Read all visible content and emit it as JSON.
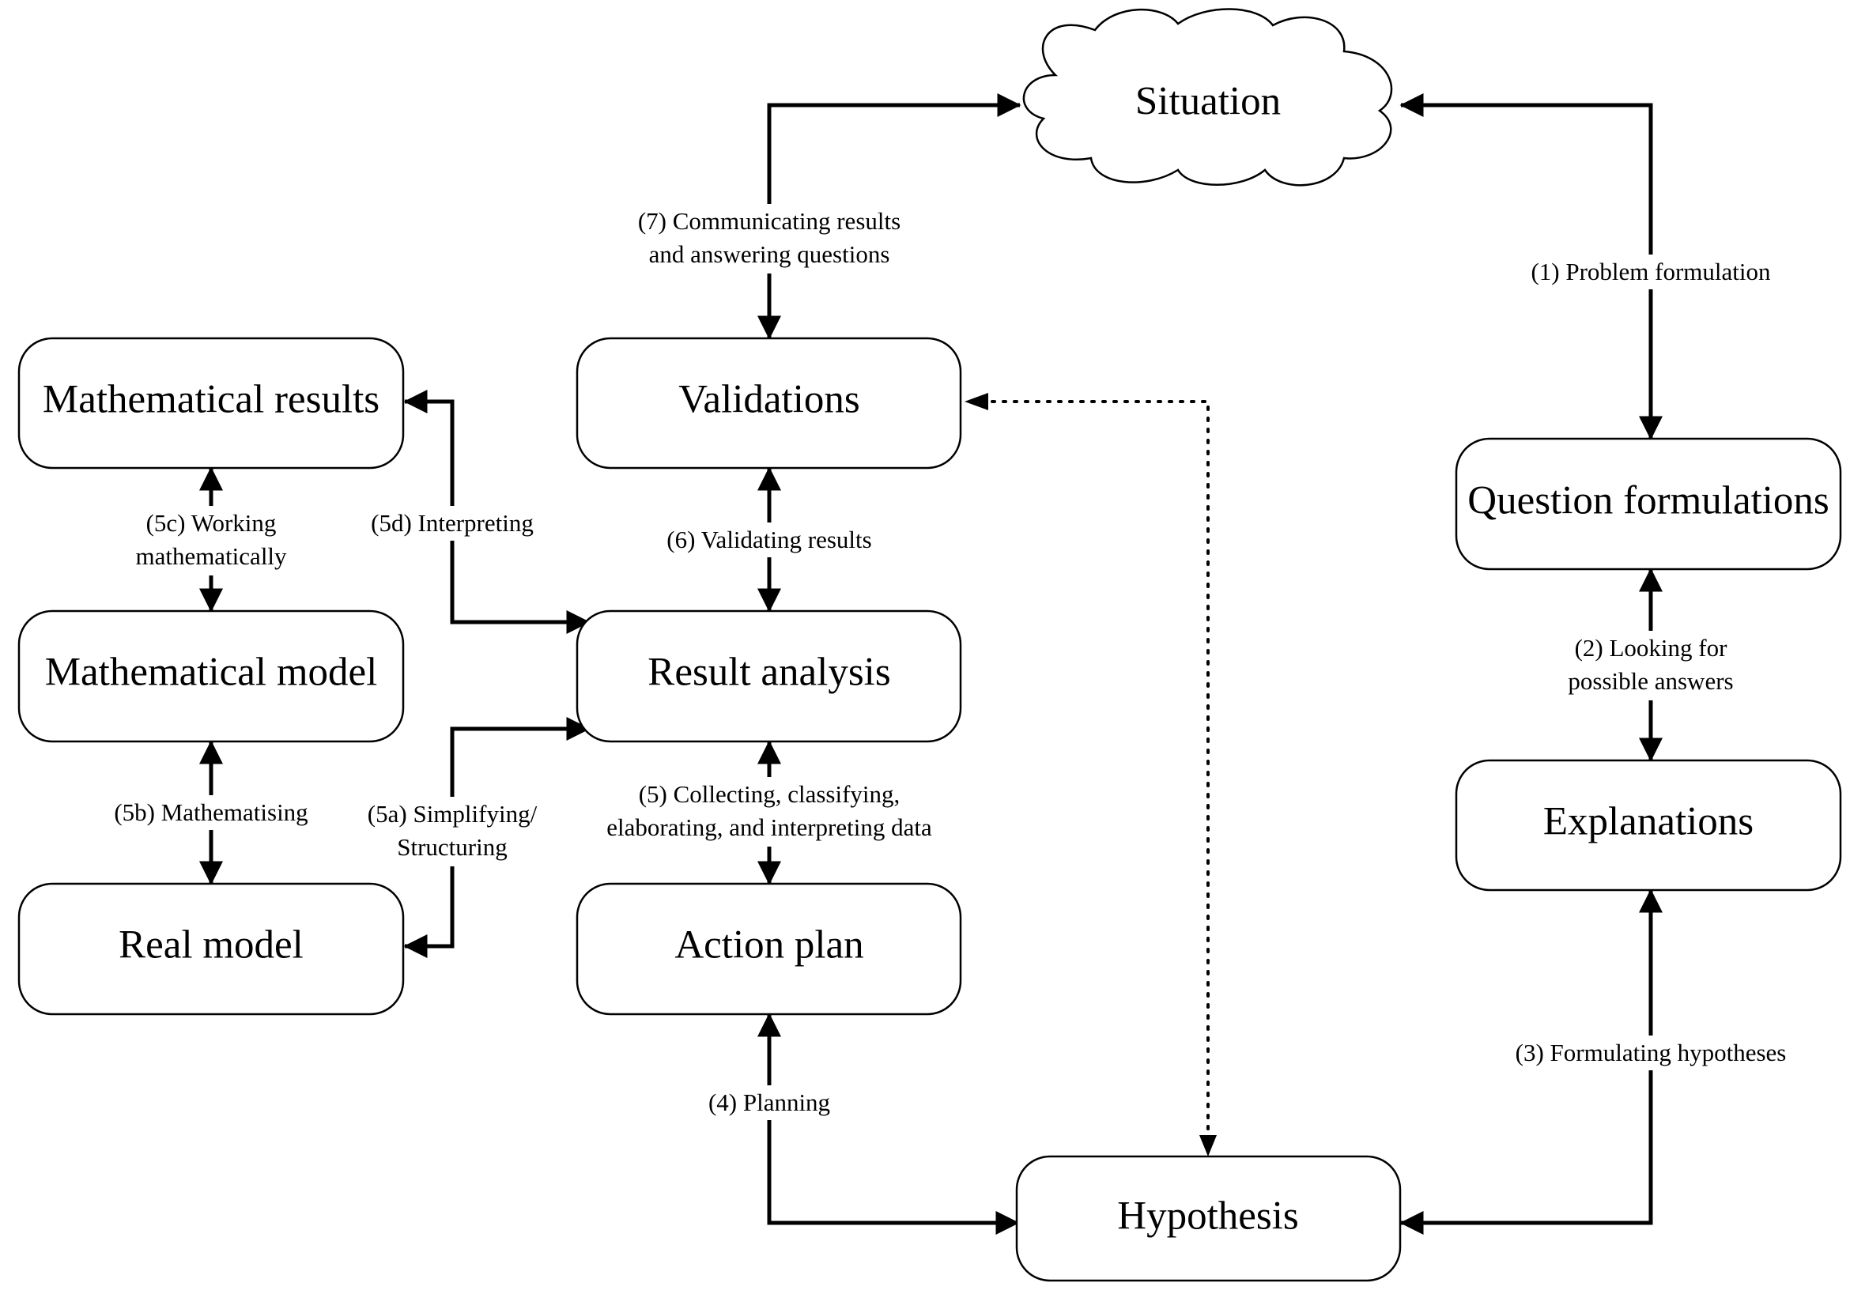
{
  "nodes": {
    "situation": "Situation",
    "question_formulations": "Question formulations",
    "explanations": "Explanations",
    "hypothesis": "Hypothesis",
    "action_plan": "Action plan",
    "result_analysis": "Result analysis",
    "validations": "Validations",
    "mathematical_results": "Mathematical results",
    "mathematical_model": "Mathematical model",
    "real_model": "Real model"
  },
  "edges": {
    "e1": [
      "(1) Problem formulation"
    ],
    "e2": [
      "(2) Looking for",
      "possible answers"
    ],
    "e3": [
      "(3) Formulating hypotheses"
    ],
    "e4": [
      "(4) Planning"
    ],
    "e5": [
      "(5) Collecting, classifying,",
      "elaborating, and interpreting data"
    ],
    "e5a": [
      "(5a) Simplifying/",
      "Structuring"
    ],
    "e5b": [
      "(5b) Mathematising"
    ],
    "e5c": [
      "(5c) Working",
      "mathematically"
    ],
    "e5d": [
      "(5d) Interpreting"
    ],
    "e6": [
      "(6) Validating results"
    ],
    "e7": [
      "(7) Communicating results",
      "and answering questions"
    ]
  }
}
